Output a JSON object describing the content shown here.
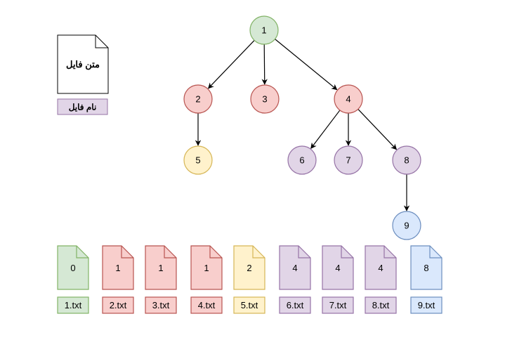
{
  "legend": {
    "file_content_label": "متن فایل",
    "file_name_label": "نام فایل",
    "color": "#e1d5e7",
    "stroke": "#9673a6"
  },
  "palette": {
    "green": {
      "fill": "#d5e8d4",
      "stroke": "#82b366"
    },
    "red": {
      "fill": "#f8cecc",
      "stroke": "#b85450"
    },
    "yellow": {
      "fill": "#fff2cc",
      "stroke": "#d6b656"
    },
    "purple": {
      "fill": "#e1d5e7",
      "stroke": "#9673a6"
    },
    "blue": {
      "fill": "#dae8fc",
      "stroke": "#6c8ebf"
    }
  },
  "tree": {
    "nodes": [
      {
        "id": "1",
        "label": "1",
        "color": "green"
      },
      {
        "id": "2",
        "label": "2",
        "color": "red"
      },
      {
        "id": "3",
        "label": "3",
        "color": "red"
      },
      {
        "id": "4",
        "label": "4",
        "color": "red"
      },
      {
        "id": "5",
        "label": "5",
        "color": "yellow"
      },
      {
        "id": "6",
        "label": "6",
        "color": "purple"
      },
      {
        "id": "7",
        "label": "7",
        "color": "purple"
      },
      {
        "id": "8",
        "label": "8",
        "color": "purple"
      },
      {
        "id": "9",
        "label": "9",
        "color": "blue"
      }
    ],
    "edges": [
      {
        "from": "1",
        "to": "2"
      },
      {
        "from": "1",
        "to": "3"
      },
      {
        "from": "1",
        "to": "4"
      },
      {
        "from": "2",
        "to": "5"
      },
      {
        "from": "4",
        "to": "6"
      },
      {
        "from": "4",
        "to": "7"
      },
      {
        "from": "4",
        "to": "8"
      },
      {
        "from": "8",
        "to": "9"
      }
    ]
  },
  "files": [
    {
      "content": "0",
      "name": "1.txt",
      "color": "green"
    },
    {
      "content": "1",
      "name": "2.txt",
      "color": "red"
    },
    {
      "content": "1",
      "name": "3.txt",
      "color": "red"
    },
    {
      "content": "1",
      "name": "4.txt",
      "color": "red"
    },
    {
      "content": "2",
      "name": "5.txt",
      "color": "yellow"
    },
    {
      "content": "4",
      "name": "6.txt",
      "color": "purple"
    },
    {
      "content": "4",
      "name": "7.txt",
      "color": "purple"
    },
    {
      "content": "4",
      "name": "8.txt",
      "color": "purple"
    },
    {
      "content": "8",
      "name": "9.txt",
      "color": "blue"
    }
  ]
}
